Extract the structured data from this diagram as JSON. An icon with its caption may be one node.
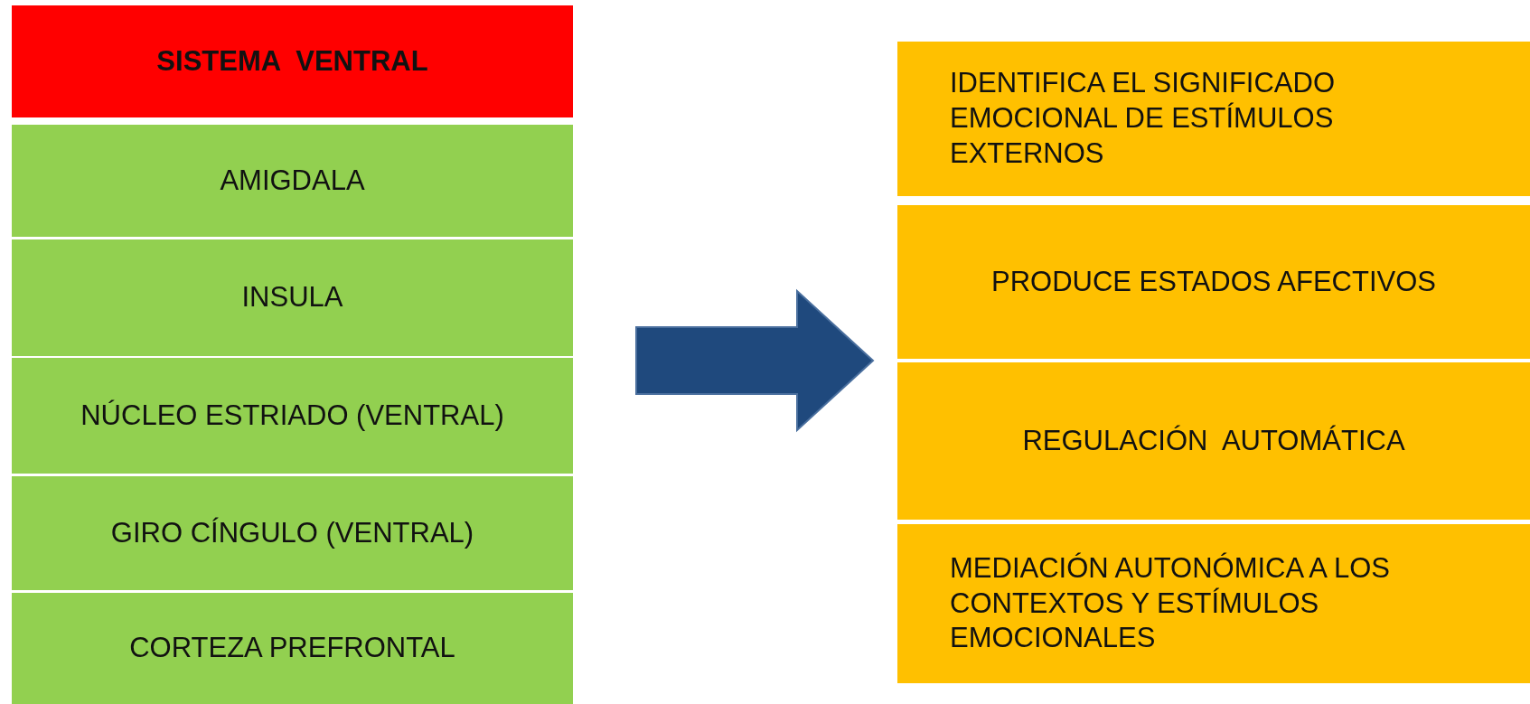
{
  "diagram": {
    "nodes": [
      {
        "text": [
          "SISTEMA  VENTRAL"
        ]
      },
      {
        "text": [
          "AMIGDALA"
        ]
      },
      {
        "text": [
          "INSULA"
        ]
      },
      {
        "text": [
          "NÚCLEO ESTRIADO (VENTRAL)"
        ]
      },
      {
        "text": [
          "GIRO CÍNGULO (VENTRAL)"
        ]
      },
      {
        "text": [
          "CORTEZA PREFRONTAL"
        ]
      },
      {
        "text": [
          "IDENTIFICA EL SIGNIFICADO EMOCIONAL DE ESTÍMULOS EXTERNOS"
        ]
      },
      {
        "text": [
          "PRODUCE ESTADOS AFECTIVOS"
        ]
      },
      {
        "text": [
          "REGULACIÓN  AUTOMÁTICA"
        ]
      },
      {
        "text": [
          "MEDIACIÓN AUTONÓMICA A LOS CONTEXTOS Y ESTÍMULOS EMOCIONALES"
        ]
      }
    ],
    "edges": [
      {
        "from": 3,
        "to": 8,
        "arrow": "to",
        "style": "thick"
      }
    ]
  }
}
